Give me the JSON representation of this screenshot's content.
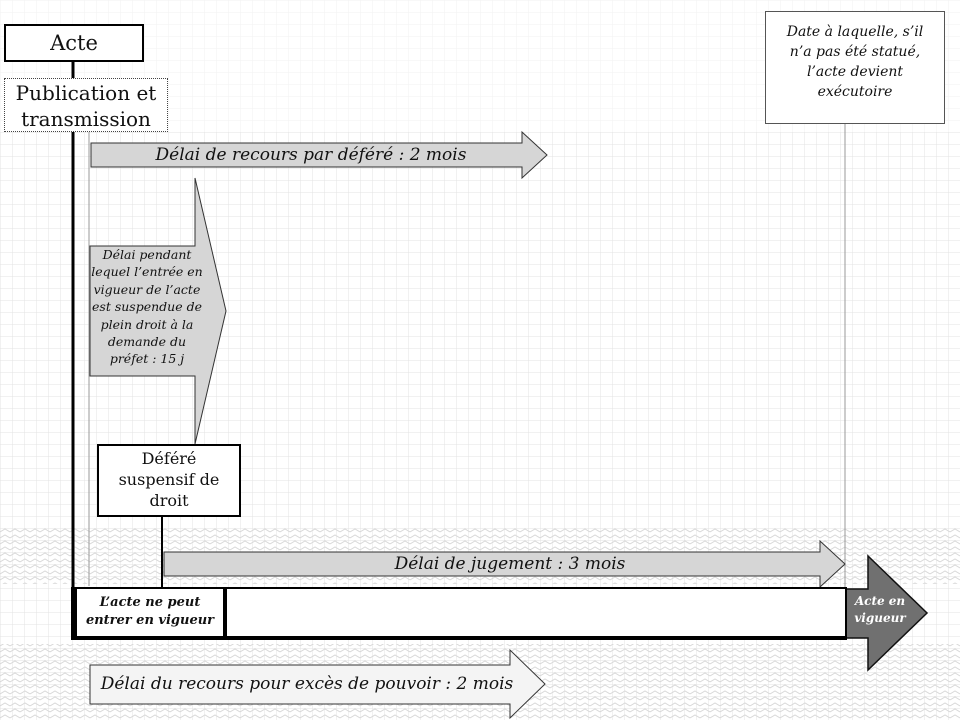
{
  "boxes": {
    "acte": "Acte",
    "publication": "Publication et transmission",
    "date_note": "Date à laquelle, s’il n’a pas été statué, l’acte devient exécutoire",
    "defere": "Déféré suspensif de droit"
  },
  "arrows": {
    "recours_defere": "Délai de recours par déféré : 2 mois",
    "suspension": "Délai pendant lequel l’entrée en vigueur de l’acte est suspendue de plein droit à la demande du préfet : 15 j",
    "jugement": "Délai de jugement : 3 mois",
    "exces_pouvoir": "Délai du recours pour excès de pouvoir : 2 mois"
  },
  "timeline": {
    "not_in_force": "L’acte ne peut entrer en vigueur",
    "in_force": "Acte en vigueur"
  },
  "colors": {
    "arrow_fill": "#d6d6d6",
    "timeline_head": "#707070",
    "grid": "#e3e3e3"
  }
}
